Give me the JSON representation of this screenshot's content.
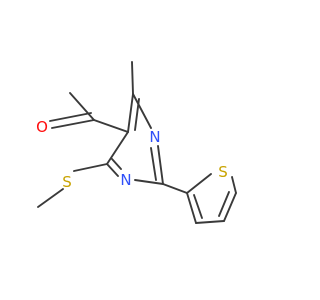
{
  "molecule": {
    "atoms": [
      {
        "id": "O",
        "symbol": "O"
      },
      {
        "id": "N1",
        "symbol": "N"
      },
      {
        "id": "N2",
        "symbol": "N"
      },
      {
        "id": "S1",
        "symbol": "S"
      },
      {
        "id": "S2",
        "symbol": "S"
      }
    ]
  },
  "colors": {
    "bond": "#3a3a3a",
    "oxygen": "#ff0d0d",
    "nitrogen": "#3050f8",
    "sulfur": "#c8a300"
  }
}
